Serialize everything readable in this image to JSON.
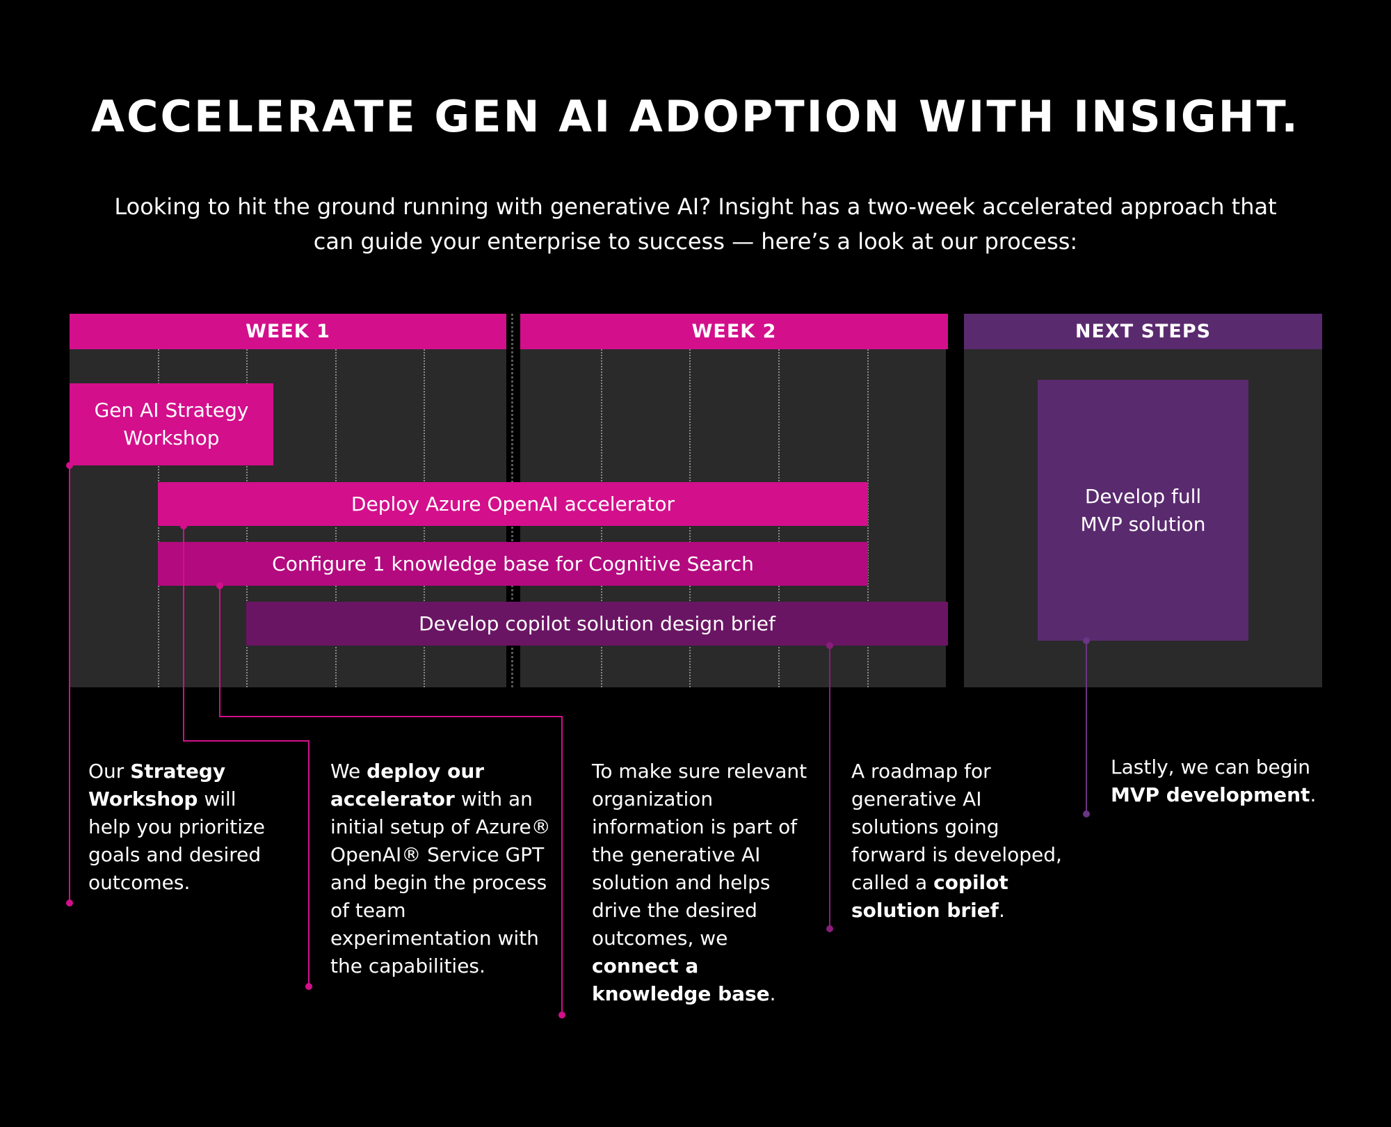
{
  "title": "ACCELERATE GEN AI ADOPTION WITH INSIGHT.",
  "intro": "Looking to hit the ground running with generative AI? Insight has a two-week accelerated approach that can guide your enterprise to success — here’s a look at our process:",
  "colors": {
    "magenta": "#d30f8c",
    "magenta_dark": "#b30a7f",
    "purple": "#5a2a6f",
    "purple_dark": "#6a1563",
    "panel": "#2a2a2a"
  },
  "headers": {
    "week1": "WEEK 1",
    "week2": "WEEK 2",
    "next": "NEXT STEPS"
  },
  "bars": {
    "workshop": "Gen AI Strategy Workshop",
    "deploy": "Deploy Azure OpenAI accelerator",
    "configure": "Configure 1 knowledge base for Cognitive Search",
    "brief": "Develop copilot solution design brief",
    "mvp": "Develop full MVP solution"
  },
  "descriptions": {
    "workshop": {
      "p1": "Our ",
      "b1": "Strategy Workshop",
      "p2": " will help you prioritize goals and desired outcomes."
    },
    "deploy": {
      "p1": "We ",
      "b1": "deploy our accelerator",
      "p2": " with an initial setup of Azure® OpenAI® Service GPT and begin the process of team experimentation with the capabilities."
    },
    "configure": {
      "p1": "To make sure relevant organization information is part of the generative AI solution and helps drive the desired outcomes, we ",
      "b1": "connect a knowledge base",
      "p2": "."
    },
    "brief": {
      "p1": "A roadmap for generative AI solutions going forward is developed, called a ",
      "b1": "copilot solution brief",
      "p2": "."
    },
    "mvp": {
      "p1": "Lastly, we can begin ",
      "b1": "MVP development",
      "p2": "."
    }
  }
}
